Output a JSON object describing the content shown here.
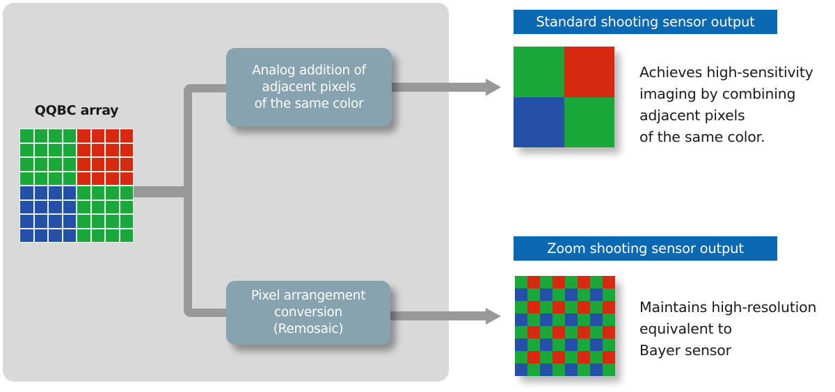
{
  "colors": {
    "green": "#1aa83a",
    "red": "#d6290f",
    "blue": "#2450a8",
    "label_bg": "#0b69b3",
    "process_box": "#86a3af",
    "connector": "#999999",
    "panel_bg": "#d9d9d9"
  },
  "input": {
    "title": "QQBC array",
    "grid_size": 8,
    "pattern_2x2": [
      [
        "G",
        "R"
      ],
      [
        "B",
        "G"
      ]
    ],
    "block_size": 4
  },
  "processes": [
    {
      "lines": [
        "Analog addition of",
        "adjacent pixels",
        "of the same color"
      ]
    },
    {
      "lines": [
        "Pixel arrangement",
        "conversion",
        "(Remosaic)"
      ]
    }
  ],
  "outputs": [
    {
      "label": "Standard shooting sensor output",
      "pattern_2x2": [
        [
          "G",
          "R"
        ],
        [
          "B",
          "G"
        ]
      ],
      "grid_size": 2,
      "description": [
        "Achieves high-sensitivity",
        "imaging by combining",
        "adjacent pixels",
        "of the same color."
      ]
    },
    {
      "label": "Zoom shooting sensor output",
      "pattern_2x2": [
        [
          "G",
          "R"
        ],
        [
          "B",
          "G"
        ]
      ],
      "grid_size": 8,
      "description": [
        "Maintains high-resolution",
        "equivalent to",
        "Bayer sensor"
      ]
    }
  ]
}
